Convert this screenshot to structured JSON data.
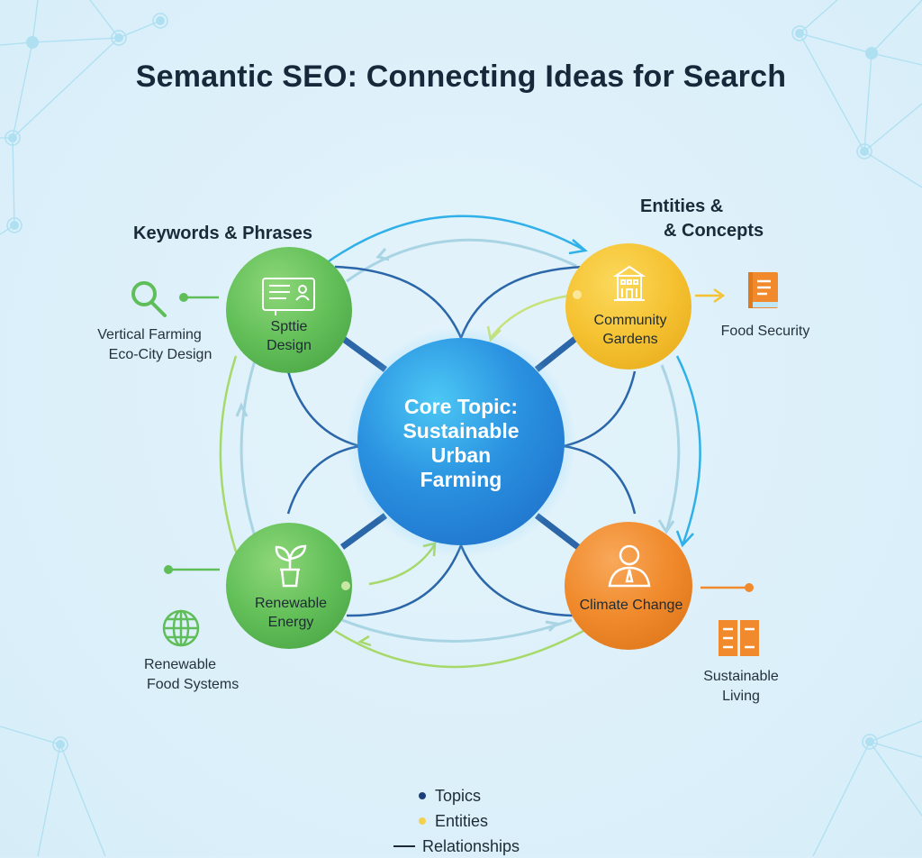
{
  "title": "Semantic SEO: Connecting Ideas for Search",
  "groups": {
    "keywords": "Keywords & Phrases",
    "entities_line1": "Entities &",
    "entities_line2": "& Concepts"
  },
  "core": {
    "line1": "Core Topic:",
    "line2": "Sustainable",
    "line3": "Urban",
    "line4": "Farming",
    "color": "#2b8fe0"
  },
  "nodes": [
    {
      "id": "top-left",
      "line1": "Spttie",
      "line2": "Design",
      "icon": "certificate-icon",
      "color": "#5fbe5a"
    },
    {
      "id": "top-right",
      "line1": "Community",
      "line2": "Gardens",
      "icon": "building-icon",
      "color": "#f6c232"
    },
    {
      "id": "bottom-left",
      "line1": "Renewable",
      "line2": "Energy",
      "icon": "plant-icon",
      "color": "#5fbe5a"
    },
    {
      "id": "bottom-right",
      "line1": "Climate Change",
      "line2": "",
      "icon": "person-icon",
      "color": "#f08a2c"
    }
  ],
  "side_items": [
    {
      "id": "search",
      "icon": "search-icon",
      "line1": "Vertical Farming",
      "line2": "Eco-City Design"
    },
    {
      "id": "food-security",
      "icon": "book-icon",
      "line1": "Food Security",
      "line2": ""
    },
    {
      "id": "globe",
      "icon": "globe-icon",
      "line1": "Renewable",
      "line2": "Food Systems"
    },
    {
      "id": "sustainable-living",
      "icon": "open-book-icon",
      "line1": "Sustainable",
      "line2": "Living"
    }
  ],
  "legend": [
    {
      "marker": "dot",
      "color": "#1a3f7a",
      "label": "Topics"
    },
    {
      "marker": "dot",
      "color": "#f3d14f",
      "label": "Entities"
    },
    {
      "marker": "line",
      "color": "#1e2b36",
      "label": "Relationships"
    }
  ],
  "colors": {
    "topic_line": "#2a66a8",
    "relationship_blue": "#2fb0e8",
    "relationship_light": "#a9d4e4",
    "relationship_green": "#a6d86a",
    "background_network": "#aee0f2"
  }
}
